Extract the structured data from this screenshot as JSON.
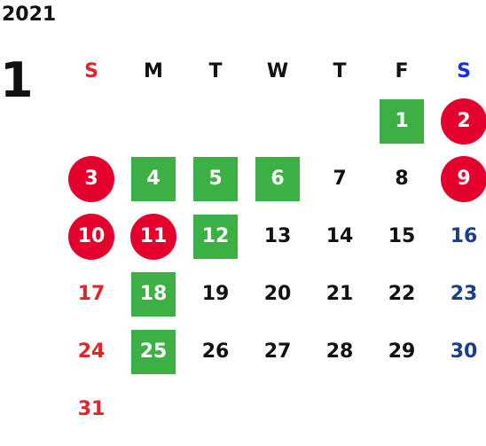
{
  "year": "2021",
  "month": "1",
  "colors": {
    "default": "#111111",
    "sunday": "#e0262b",
    "saturday": "#1a3e8f",
    "saturday_header": "#1330e6",
    "holiday_fill": "#e3002d",
    "business_fill": "#3cb044",
    "mark_text": "#ffffff"
  },
  "weekdays": [
    {
      "label": "S",
      "kind": "sunday"
    },
    {
      "label": "M",
      "kind": "default"
    },
    {
      "label": "T",
      "kind": "default"
    },
    {
      "label": "W",
      "kind": "default"
    },
    {
      "label": "T",
      "kind": "default"
    },
    {
      "label": "F",
      "kind": "default"
    },
    {
      "label": "S",
      "kind": "saturday_header"
    }
  ],
  "first_weekday_index": 5,
  "days": [
    {
      "label": "1",
      "mark": "box"
    },
    {
      "label": "2",
      "mark": "circle"
    },
    {
      "label": "3",
      "mark": "circle"
    },
    {
      "label": "4",
      "mark": "box"
    },
    {
      "label": "5",
      "mark": "box"
    },
    {
      "label": "6",
      "mark": "box"
    },
    {
      "label": "7",
      "mark": ""
    },
    {
      "label": "8",
      "mark": ""
    },
    {
      "label": "9",
      "mark": "circle"
    },
    {
      "label": "10",
      "mark": "circle"
    },
    {
      "label": "11",
      "mark": "circle"
    },
    {
      "label": "12",
      "mark": "box"
    },
    {
      "label": "13",
      "mark": ""
    },
    {
      "label": "14",
      "mark": ""
    },
    {
      "label": "15",
      "mark": ""
    },
    {
      "label": "16",
      "mark": ""
    },
    {
      "label": "17",
      "mark": ""
    },
    {
      "label": "18",
      "mark": "box"
    },
    {
      "label": "19",
      "mark": ""
    },
    {
      "label": "20",
      "mark": ""
    },
    {
      "label": "21",
      "mark": ""
    },
    {
      "label": "22",
      "mark": ""
    },
    {
      "label": "23",
      "mark": ""
    },
    {
      "label": "24",
      "mark": ""
    },
    {
      "label": "25",
      "mark": "box"
    },
    {
      "label": "26",
      "mark": ""
    },
    {
      "label": "27",
      "mark": ""
    },
    {
      "label": "28",
      "mark": ""
    },
    {
      "label": "29",
      "mark": ""
    },
    {
      "label": "30",
      "mark": ""
    },
    {
      "label": "31",
      "mark": ""
    }
  ]
}
